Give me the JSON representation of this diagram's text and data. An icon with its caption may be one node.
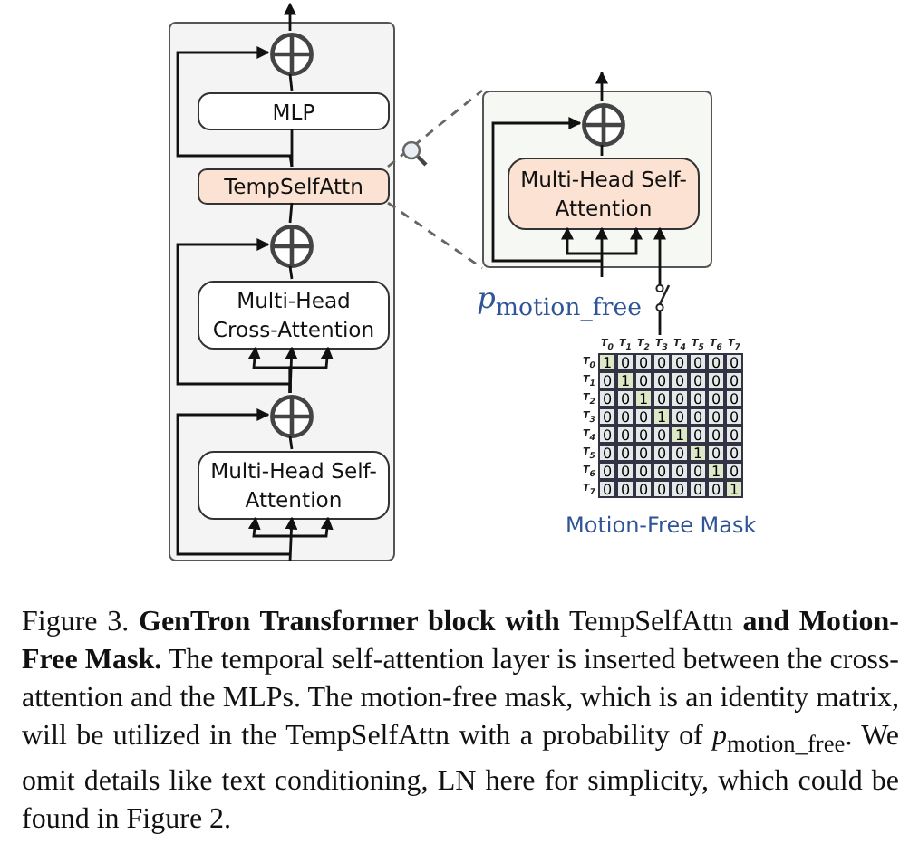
{
  "diagram": {
    "caption": "Figure 3. **GenTron Transformer block with** TempSelfAttn **and Motion-Free Mask.** The temporal self-attention layer is inserted between the cross-attention and the MLPs. The motion-free mask, which is an identity matrix, will be utilized in the TempSelfAttn with a probability of *p*$_{motion_free}$. We omit details like text conditioning, LN here for simplicity, which could be found in Figure 2.",
    "nodes": [
      {
        "text": [],
        "shape": "box"
      },
      {
        "text": [],
        "shape": "circle",
        "in": 0
      },
      {
        "text": [
          "MLP"
        ],
        "in": 0
      },
      {
        "text": [
          "TempSelfAttn"
        ],
        "in": 0
      },
      {
        "text": [],
        "shape": "circle",
        "in": 0
      },
      {
        "text": [
          "Multi-Head Cross-Attention"
        ],
        "in": 0
      },
      {
        "text": [],
        "shape": "circle",
        "in": 0
      },
      {
        "text": [
          "Multi-Head Self-Attention"
        ],
        "in": 0
      },
      {
        "text": [],
        "shape": "box"
      },
      {
        "text": [],
        "shape": "circle",
        "in": 8
      },
      {
        "text": [
          "Multi-Head Self-Attention"
        ],
        "in": 8
      },
      {
        "text": [],
        "shape": "switch",
        "beside": [
          "*p*$_{motion_free}$"
        ]
      },
      {
        "text": [],
        "shape": "grid",
        "beside": [
          "Motion-Free Mask"
        ]
      }
    ],
    "edges": [
      {
        "from": null,
        "to": 7,
        "arrow": "to"
      },
      {
        "from": null,
        "to": 7,
        "arrow": "to"
      },
      {
        "from": null,
        "to": 7,
        "arrow": "to"
      },
      {
        "from": null,
        "to": 6,
        "arrow": "to"
      },
      {
        "from": 7,
        "to": 6,
        "arrow": "none"
      },
      {
        "from": 6,
        "to": 5,
        "arrow": "to"
      },
      {
        "from": 6,
        "to": 5,
        "arrow": "to"
      },
      {
        "from": 6,
        "to": 5,
        "arrow": "to"
      },
      {
        "from": 6,
        "to": 4,
        "arrow": "to"
      },
      {
        "from": 5,
        "to": 4,
        "arrow": "none"
      },
      {
        "from": 4,
        "to": 3,
        "arrow": "none"
      },
      {
        "from": 3,
        "to": 1,
        "arrow": "to"
      },
      {
        "from": 3,
        "to": 2,
        "arrow": "none"
      },
      {
        "from": 2,
        "to": 1,
        "arrow": "none"
      },
      {
        "from": 1,
        "to": null,
        "arrow": "to"
      },
      {
        "from": 3,
        "to": 8,
        "arrow": "none",
        "style": "dashed",
        "color": "#666666"
      },
      {
        "from": 3,
        "to": 8,
        "arrow": "none",
        "style": "dashed",
        "color": "#666666"
      },
      {
        "from": null,
        "to": 10,
        "arrow": "to"
      },
      {
        "from": null,
        "to": 10,
        "arrow": "to"
      },
      {
        "from": null,
        "to": 10,
        "arrow": "to"
      },
      {
        "from": null,
        "to": 9,
        "arrow": "to"
      },
      {
        "from": 10,
        "to": 9,
        "arrow": "none"
      },
      {
        "from": 9,
        "to": null,
        "arrow": "to"
      },
      {
        "from": 11,
        "to": 10,
        "arrow": "to"
      },
      {
        "from": 12,
        "to": 11,
        "arrow": "none"
      }
    ],
    "labels": [
      "T$_{0}$",
      "T$_{1}$",
      "T$_{2}$",
      "T$_{3}$",
      "T$_{4}$",
      "T$_{5}$",
      "T$_{6}$",
      "T$_{7}$",
      "T$_{0}$",
      "1",
      "0",
      "0",
      "0",
      "0",
      "0",
      "0",
      "0",
      "T$_{1}$",
      "0",
      "1",
      "0",
      "0",
      "0",
      "0",
      "0",
      "0",
      "T$_{2}$",
      "0",
      "0",
      "1",
      "0",
      "0",
      "0",
      "0",
      "0",
      "T$_{3}$",
      "0",
      "0",
      "0",
      "1",
      "0",
      "0",
      "0",
      "0",
      "T$_{4}$",
      "0",
      "0",
      "0",
      "0",
      "1",
      "0",
      "0",
      "0",
      "T$_{5}$",
      "0",
      "0",
      "0",
      "0",
      "0",
      "1",
      "0",
      "0",
      "T$_{6}$",
      "0",
      "0",
      "0",
      "0",
      "0",
      "0",
      "1",
      "0",
      "T$_{7}$",
      "0",
      "0",
      "0",
      "0",
      "0",
      "0",
      "0",
      "1"
    ]
  }
}
